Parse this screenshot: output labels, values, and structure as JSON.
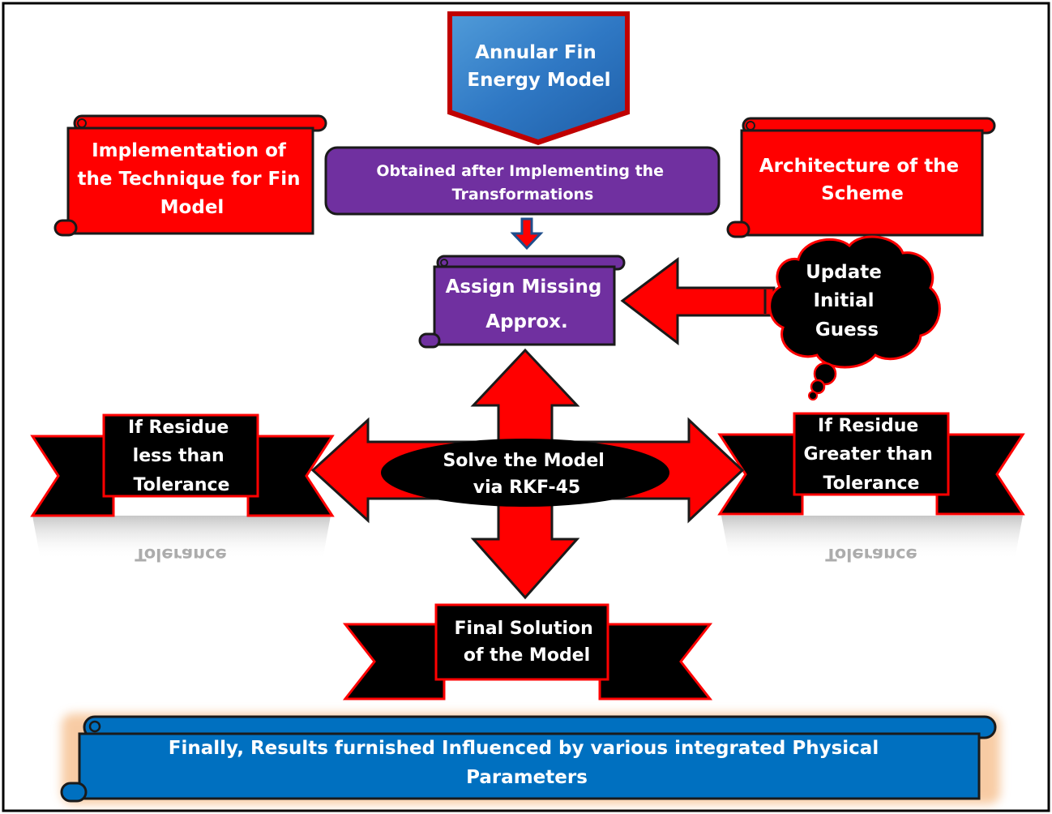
{
  "nodes": {
    "annular_fin": [
      "Annular Fin",
      "Energy Model"
    ],
    "implementation": [
      "Implementation of",
      "the Technique for Fin",
      "Model"
    ],
    "obtained": [
      "Obtained after Implementing the",
      "Transformations"
    ],
    "architecture": [
      "Architecture of the",
      "Scheme"
    ],
    "assign_missing": [
      "Assign Missing",
      "Approx."
    ],
    "update_guess": [
      "Update",
      "Initial",
      "Guess"
    ],
    "residue_less": [
      "If Residue",
      "less than",
      "Tolerance"
    ],
    "residue_greater": [
      "If Residue",
      "Greater than",
      "Tolerance"
    ],
    "solve_model": [
      "Solve the Model",
      "via RKF-45"
    ],
    "final_solution": [
      "Final Solution",
      "of the Model"
    ],
    "results": [
      "Finally, Results furnished Influenced by various integrated Physical",
      "Parameters"
    ]
  },
  "reflections": {
    "residue_less": "Tolerance",
    "residue_greater": "Tolerance"
  },
  "colors": {
    "red": "#ff0000",
    "purple": "#7030a0",
    "blue": "#0070c0",
    "black": "#000000",
    "outline": "#1a1a1a"
  }
}
